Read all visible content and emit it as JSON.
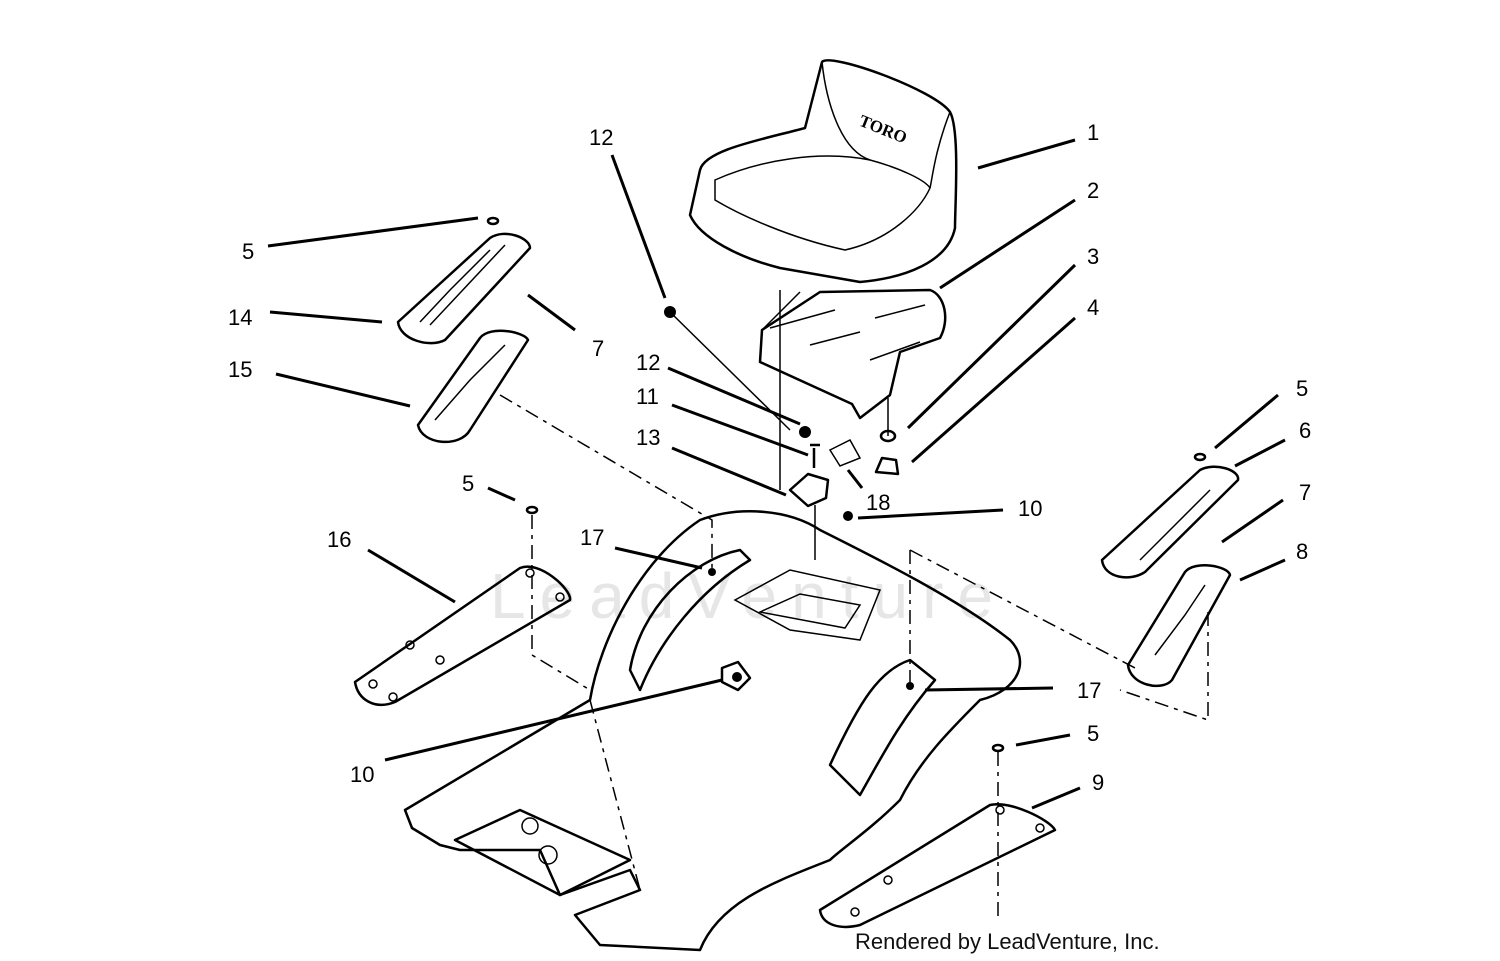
{
  "watermark": "LeadVenture",
  "credit": "Rendered by LeadVenture, Inc.",
  "seat_logo": "TORO",
  "callouts": [
    {
      "id": "c1",
      "label": "1"
    },
    {
      "id": "c2",
      "label": "2"
    },
    {
      "id": "c3",
      "label": "3"
    },
    {
      "id": "c4",
      "label": "4"
    },
    {
      "id": "c5a",
      "label": "5"
    },
    {
      "id": "c5b",
      "label": "5"
    },
    {
      "id": "c5c",
      "label": "5"
    },
    {
      "id": "c5d",
      "label": "5"
    },
    {
      "id": "c6",
      "label": "6"
    },
    {
      "id": "c7a",
      "label": "7"
    },
    {
      "id": "c7b",
      "label": "7"
    },
    {
      "id": "c8",
      "label": "8"
    },
    {
      "id": "c9",
      "label": "9"
    },
    {
      "id": "c10a",
      "label": "10"
    },
    {
      "id": "c10b",
      "label": "10"
    },
    {
      "id": "c11",
      "label": "11"
    },
    {
      "id": "c12a",
      "label": "12"
    },
    {
      "id": "c12b",
      "label": "12"
    },
    {
      "id": "c13",
      "label": "13"
    },
    {
      "id": "c14",
      "label": "14"
    },
    {
      "id": "c15",
      "label": "15"
    },
    {
      "id": "c16",
      "label": "16"
    },
    {
      "id": "c17a",
      "label": "17"
    },
    {
      "id": "c17b",
      "label": "17"
    },
    {
      "id": "c18",
      "label": "18"
    }
  ]
}
